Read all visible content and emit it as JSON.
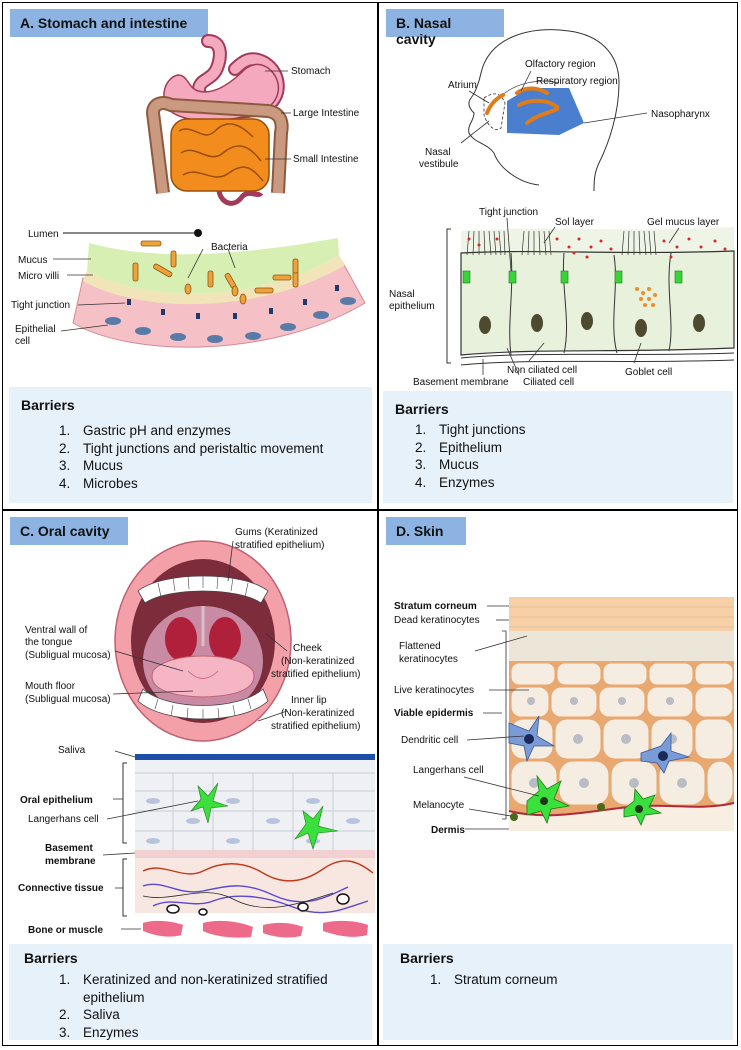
{
  "panels": {
    "a": {
      "title": "A. Stomach and intestine",
      "labels": {
        "stomach": "Stomach",
        "large_intestine": "Large Intestine",
        "small_intestine": "Small Intestine",
        "lumen": "Lumen",
        "bacteria": "Bacteria",
        "mucus": "Mucus",
        "micro_villi": "Micro villi",
        "tight_junction": "Tight junction",
        "epithelial_cell_1": "Epithelial",
        "epithelial_cell_2": "cell"
      },
      "barriers_heading": "Barriers",
      "barriers": [
        {
          "n": "1.",
          "text": "Gastric pH and enzymes"
        },
        {
          "n": "2.",
          "text": "Tight junctions and peristaltic movement"
        },
        {
          "n": "3.",
          "text": "Mucus"
        },
        {
          "n": "4.",
          "text": "Microbes"
        }
      ]
    },
    "b": {
      "title": "B. Nasal cavity",
      "labels": {
        "olfactory_region": "Olfactory region",
        "atrium": "Atrium",
        "respiratory_region": "Respiratory region",
        "nasopharynx": "Nasopharynx",
        "nasal_vestibule_1": "Nasal",
        "nasal_vestibule_2": "vestibule",
        "tight_junction": "Tight junction",
        "sol_layer": "Sol layer",
        "gel_mucus_layer": "Gel mucus layer",
        "nasal_epithelium_1": "Nasal",
        "nasal_epithelium_2": "epithelium",
        "non_ciliated_cell": "Non ciliated cell",
        "goblet_cell": "Goblet cell",
        "basement_membrane": "Basement membrane",
        "ciliated_cell": "Ciliated cell"
      },
      "barriers_heading": "Barriers",
      "barriers": [
        {
          "n": "1.",
          "text": "Tight junctions"
        },
        {
          "n": "2.",
          "text": "Epithelium"
        },
        {
          "n": "3.",
          "text": "Mucus"
        },
        {
          "n": "4.",
          "text": "Enzymes"
        }
      ]
    },
    "c": {
      "title": "C. Oral cavity",
      "labels": {
        "gums_1": "Gums (Keratinized",
        "gums_2": "stratified epithelium)",
        "ventral_1": "Ventral wall of",
        "ventral_2": "the tongue",
        "ventral_3": "(Subligual mucosa)",
        "cheek_1": "Cheek",
        "cheek_2": "(Non-keratinized",
        "cheek_3": "stratified epithelium)",
        "mouth_floor_1": "Mouth floor",
        "mouth_floor_2": "(Subligual mucosa)",
        "inner_lip_1": "Inner lip",
        "inner_lip_2": "(Non-keratinized",
        "inner_lip_3": "stratified epithelium)",
        "saliva": "Saliva",
        "oral_epithelium": "Oral epithelium",
        "langerhans": "Langerhans cell",
        "basement_1": "Basement",
        "basement_2": "membrane",
        "connective": "Connective tissue",
        "bone": "Bone or muscle"
      },
      "barriers_heading": "Barriers",
      "barriers": [
        {
          "n": "1.",
          "text": "Keratinized and non-keratinized stratified",
          "text2": "epithelium"
        },
        {
          "n": "2.",
          "text": "Saliva"
        },
        {
          "n": "3.",
          "text": "Enzymes"
        }
      ]
    },
    "d": {
      "title": "D. Skin",
      "labels": {
        "stratum_corneum": "Stratum corneum",
        "dead_keratinocytes": "Dead keratinocytes",
        "flattened_1": "Flattened",
        "flattened_2": "keratinocytes",
        "live_keratinocytes": "Live keratinocytes",
        "viable_epidermis": "Viable epidermis",
        "dendritic_cell": "Dendritic cell",
        "langerhans_cell": "Langerhans cell",
        "melanocyte": "Melanocyte",
        "dermis": "Dermis"
      },
      "barriers_heading": "Barriers",
      "barriers": [
        {
          "n": "1.",
          "text": "Stratum corneum"
        }
      ]
    }
  }
}
